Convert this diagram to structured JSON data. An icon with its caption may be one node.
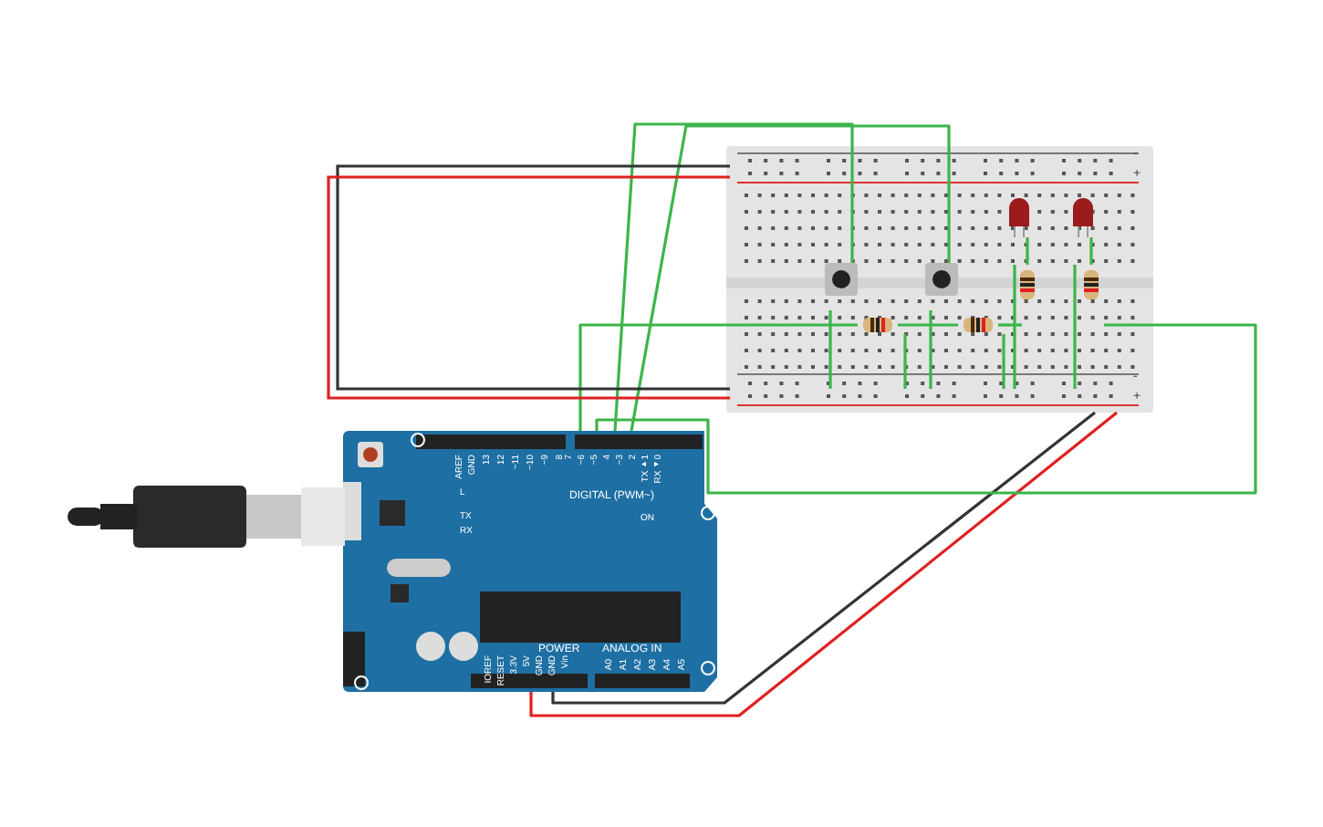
{
  "diagram": {
    "nodes": [
      {
        "text": [],
        "shape": "picture"
      },
      {
        "text": [],
        "shape": "picture"
      },
      {
        "text": [],
        "shape": "picture"
      }
    ],
    "edges": [
      {
        "from": 1,
        "to": 0,
        "arrow": "none",
        "color": "#333333"
      },
      {
        "from": 1,
        "to": 0,
        "arrow": "none",
        "color": "#e02020"
      },
      {
        "from": 1,
        "to": 0,
        "arrow": "none",
        "color": "#3cb54a"
      },
      {
        "from": 1,
        "to": 0,
        "arrow": "none",
        "color": "#3cb54a"
      },
      {
        "from": 1,
        "to": 0,
        "arrow": "none",
        "color": "#3cb54a"
      },
      {
        "from": 1,
        "to": 0,
        "arrow": "none",
        "color": "#3cb54a"
      }
    ],
    "labels": [
      "AREF",
      "GND",
      "13",
      "12",
      "~11",
      "~10",
      "~9",
      "8",
      "7",
      "~6",
      "~5",
      "4",
      "~3",
      "2",
      "TX▸1",
      "RX◂0",
      "DIGITAL (PWM~)",
      "L",
      "TX",
      "RX",
      "ON",
      "POWER",
      "IOREF",
      "RESET",
      "3.3V",
      "5V",
      "GND",
      "GND",
      "Vin",
      "ANALOG IN",
      "A0",
      "A1",
      "A2",
      "A3",
      "A4",
      "A5",
      "-",
      "+",
      "-",
      "+"
    ]
  }
}
